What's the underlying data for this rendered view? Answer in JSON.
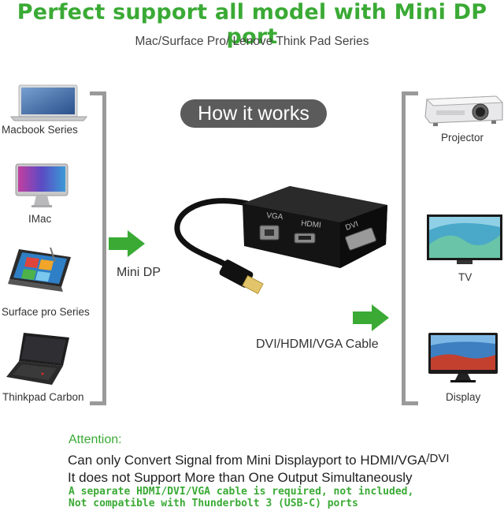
{
  "header": {
    "title": "Perfect support all model with Mini DP port",
    "subtitle": "Mac/Surface Pro/ Lenove Think Pad Series"
  },
  "left_devices": [
    {
      "label": "Macbook Series",
      "icon": "laptop-icon"
    },
    {
      "label": "IMac",
      "icon": "monitor-icon"
    },
    {
      "label": "Surface pro Series",
      "icon": "tablet-icon"
    },
    {
      "label": "Thinkpad Carbon",
      "icon": "laptop-icon"
    }
  ],
  "right_devices": [
    {
      "label": "Projector",
      "icon": "projector-icon"
    },
    {
      "label": "TV",
      "icon": "tv-icon"
    },
    {
      "label": "Display",
      "icon": "monitor-icon"
    }
  ],
  "center": {
    "how_label": "How it works",
    "input_label": "Mini DP",
    "output_label": "DVI/HDMI/VGA Cable",
    "ports": [
      "VGA",
      "HDMI",
      "DVI"
    ]
  },
  "attention": {
    "title": "Attention:",
    "line1": "Can only Convert Signal from Mini Displayport to HDMI/VGA",
    "line1_suffix": "/DVI",
    "line2": "It does not Support More than One Output Simultaneously",
    "line3": "A separate HDMI/DVI/VGA cable is required, not included,",
    "line4": "Not compatible with Thunderbolt 3 (USB-C) ports"
  },
  "colors": {
    "accent": "#3aaa35",
    "bracket": "#9a9a9a",
    "badge": "#5b5b5b"
  }
}
